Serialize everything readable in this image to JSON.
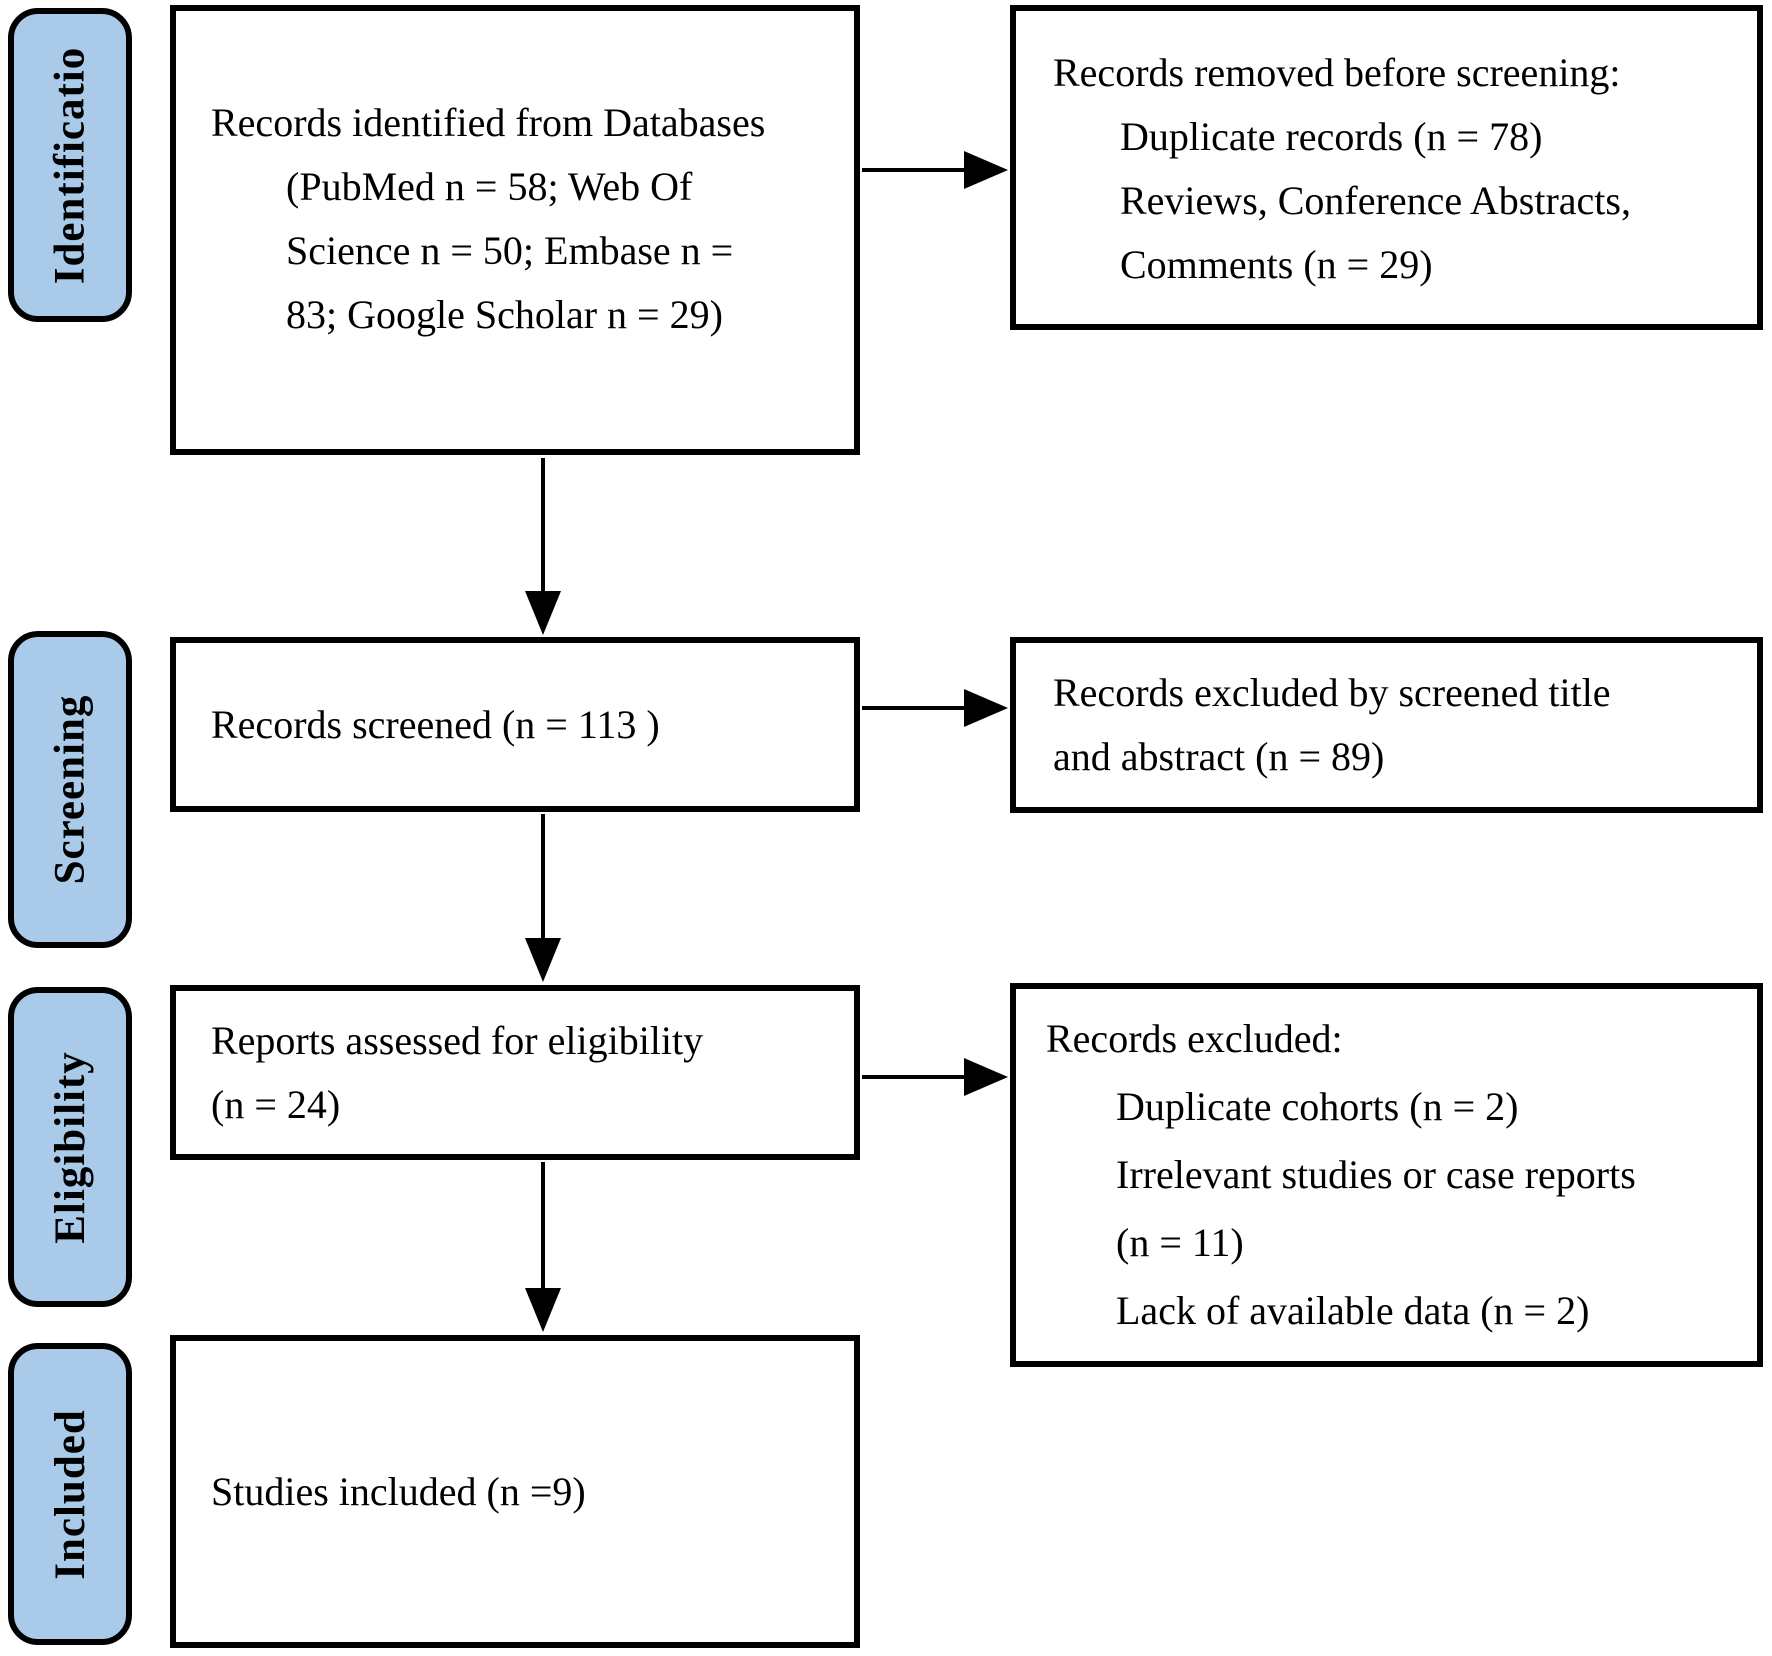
{
  "figure": {
    "kind": "PRISMA flow diagram"
  },
  "colors": {
    "stage_fill": "#a9cbe9",
    "stage_border": "#000000",
    "box_border": "#000000",
    "arrow": "#000000",
    "background": "#ffffff"
  },
  "stages": [
    {
      "id": "identification",
      "label": "Identificatio"
    },
    {
      "id": "screening",
      "label": "Screening"
    },
    {
      "id": "eligibility",
      "label": "Eligibility"
    },
    {
      "id": "included",
      "label": "Included"
    }
  ],
  "boxes": {
    "records_identified": {
      "lines": [
        "Records identified from Databases",
        "(PubMed n = 58; Web Of",
        "Science n = 50; Embase n =",
        "83; Google Scholar n = 29)"
      ]
    },
    "records_removed": {
      "lines": [
        "Records removed before screening:",
        "Duplicate records (n = 78)",
        "Reviews, Conference Abstracts,",
        "Comments (n = 29)"
      ]
    },
    "records_screened": {
      "lines": [
        "Records screened (n = 113 )"
      ]
    },
    "records_excluded_screening": {
      "lines": [
        "Records excluded by screened title",
        "and abstract (n = 89)"
      ]
    },
    "reports_assessed": {
      "lines": [
        "Reports assessed for eligibility",
        "(n = 24)"
      ]
    },
    "records_excluded_eligibility": {
      "lines": [
        "Records excluded:",
        "Duplicate cohorts (n = 2)",
        "Irrelevant studies or case reports",
        "(n = 11)",
        "Lack of available data (n = 2)"
      ]
    },
    "studies_included": {
      "lines": [
        "Studies included (n =9)"
      ]
    }
  }
}
